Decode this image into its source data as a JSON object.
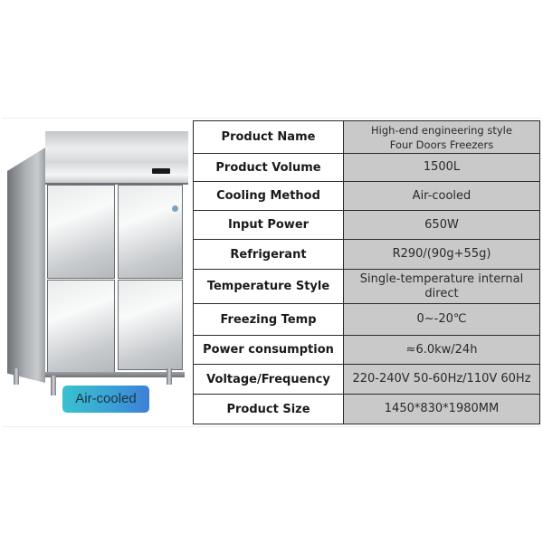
{
  "badge": {
    "label": "Air-cooled",
    "gradient_start": "#39c1cf",
    "gradient_end": "#3c7fd6"
  },
  "product_image": {
    "description": "Four-door stainless steel upright freezer"
  },
  "spec_table": {
    "rows": [
      {
        "label": "Product Name",
        "value_line1": "High-end engineering style",
        "value_line2": "Four Doors Freezers"
      },
      {
        "label": "Product Volume",
        "value": "1500L"
      },
      {
        "label": "Cooling Method",
        "value": "Air-cooled"
      },
      {
        "label": "Input Power",
        "value": "650W"
      },
      {
        "label": "Refrigerant",
        "value": "R290/(90g+55g)"
      },
      {
        "label": "Temperature Style",
        "value_line1": "Single-temperature internal",
        "value_line2": "direct"
      },
      {
        "label": "Freezing Temp",
        "value": "0~-20℃"
      },
      {
        "label": "Power consumption",
        "value": "≈6.0kw/24h"
      },
      {
        "label": "Voltage/Frequency",
        "value": "220-240V 50-60Hz/110V 60Hz"
      },
      {
        "label": "Product Size",
        "value": "1450*830*1980MM"
      }
    ],
    "label_bg": "#ffffff",
    "value_bg": "#c9c9c9",
    "border_color": "#2a2a2a"
  }
}
